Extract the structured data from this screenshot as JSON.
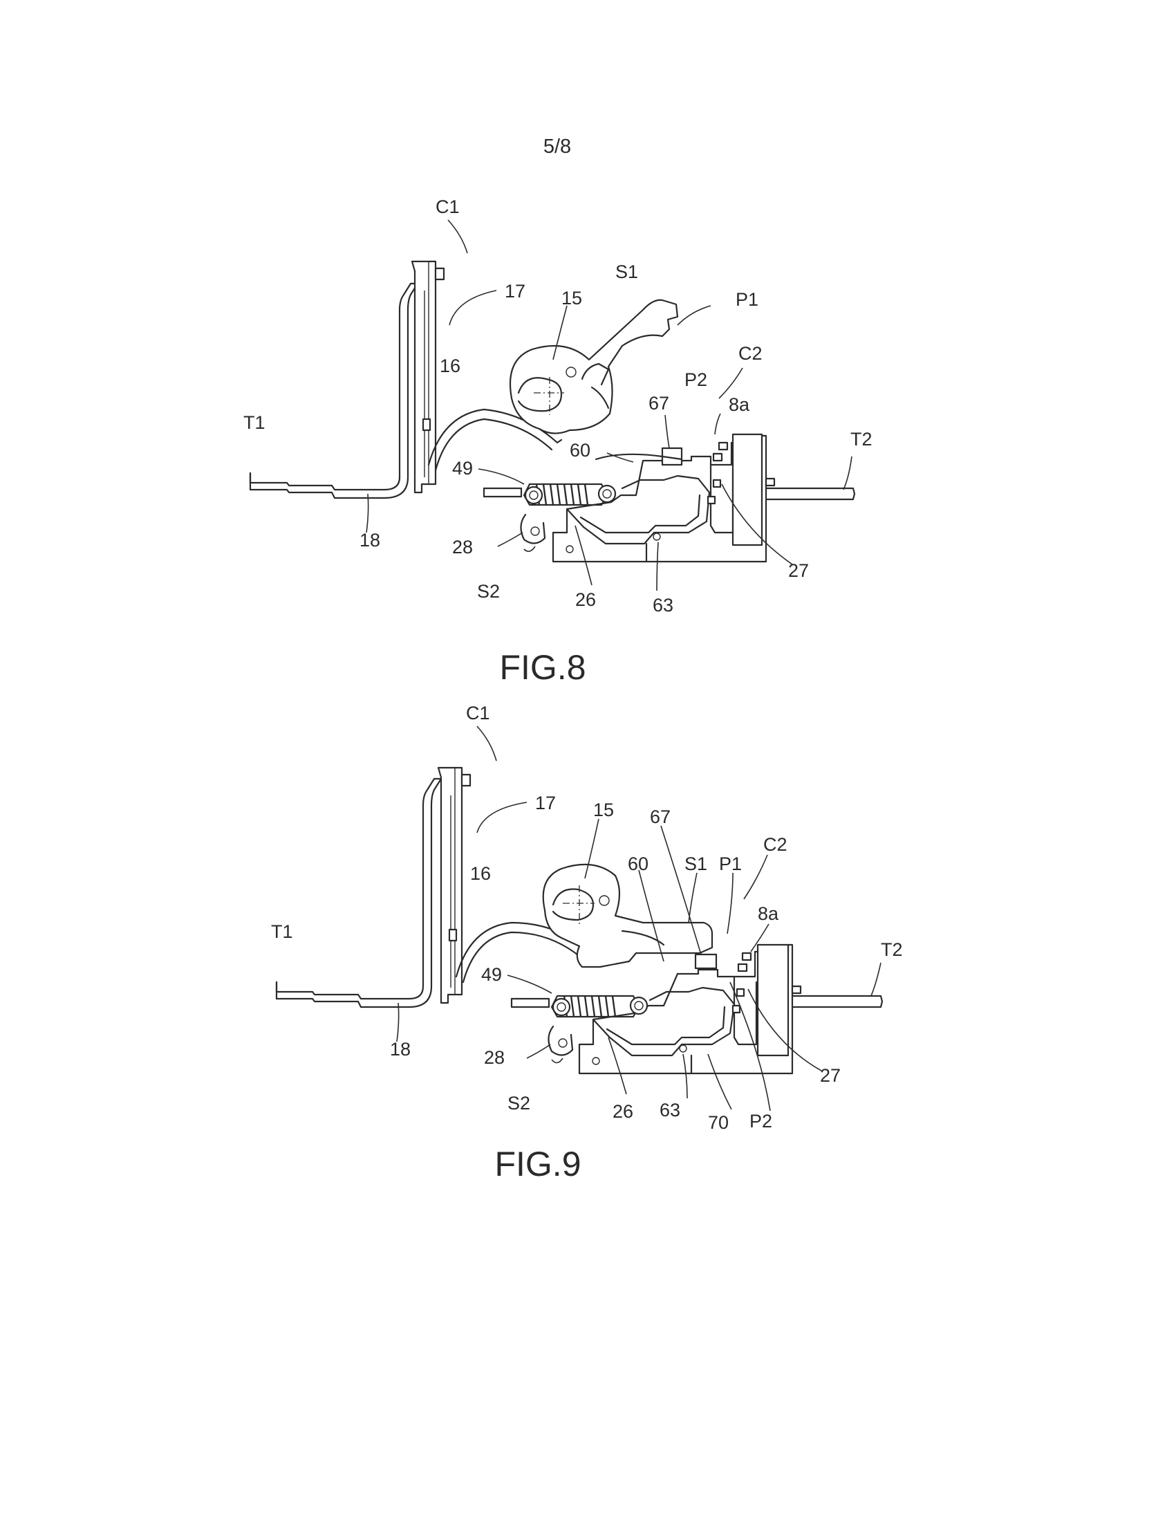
{
  "page_number": "5/8",
  "figures": [
    {
      "id": "fig8",
      "caption": "FIG.8",
      "labels": {
        "C1": "C1",
        "n17": "17",
        "n15": "15",
        "S1": "S1",
        "P1": "P1",
        "n16": "16",
        "C2": "C2",
        "P2": "P2",
        "n67": "67",
        "n8a": "8a",
        "T1": "T1",
        "T2": "T2",
        "n60": "60",
        "n49": "49",
        "n18": "18",
        "n28": "28",
        "S2": "S2",
        "n26": "26",
        "n63": "63",
        "n27": "27"
      }
    },
    {
      "id": "fig9",
      "caption": "FIG.9",
      "labels": {
        "C1": "C1",
        "n17": "17",
        "n15": "15",
        "n67": "67",
        "C2": "C2",
        "n60": "60",
        "S1": "S1",
        "P1": "P1",
        "n16": "16",
        "n8a": "8a",
        "T1": "T1",
        "T2": "T2",
        "n49": "49",
        "n18": "18",
        "n28": "28",
        "n27": "27",
        "S2": "S2",
        "n26": "26",
        "n63": "63",
        "n70": "70",
        "P2": "P2"
      }
    }
  ]
}
